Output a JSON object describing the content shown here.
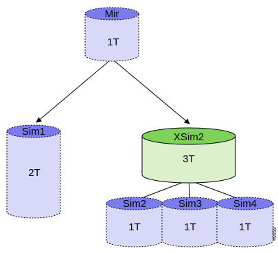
{
  "volumes": {
    "mir": {
      "name": "Mir",
      "capacity": "1T"
    },
    "sim1": {
      "name": "Sim1",
      "capacity": "2T"
    },
    "xsim2": {
      "name": "XSim2",
      "capacity": "3T"
    },
    "sim2": {
      "name": "Sim2",
      "capacity": "1T"
    },
    "sim3": {
      "name": "Sim3",
      "capacity": "1T"
    },
    "sim4": {
      "name": "Sim4",
      "capacity": "1T"
    }
  },
  "figure_id": "49059",
  "colors": {
    "purple_top": "#7b7bef",
    "purple_body": "#d8d8f8",
    "green_top": "#7ed25a",
    "green_body": "#dcf0cc",
    "stroke": "#000000"
  }
}
